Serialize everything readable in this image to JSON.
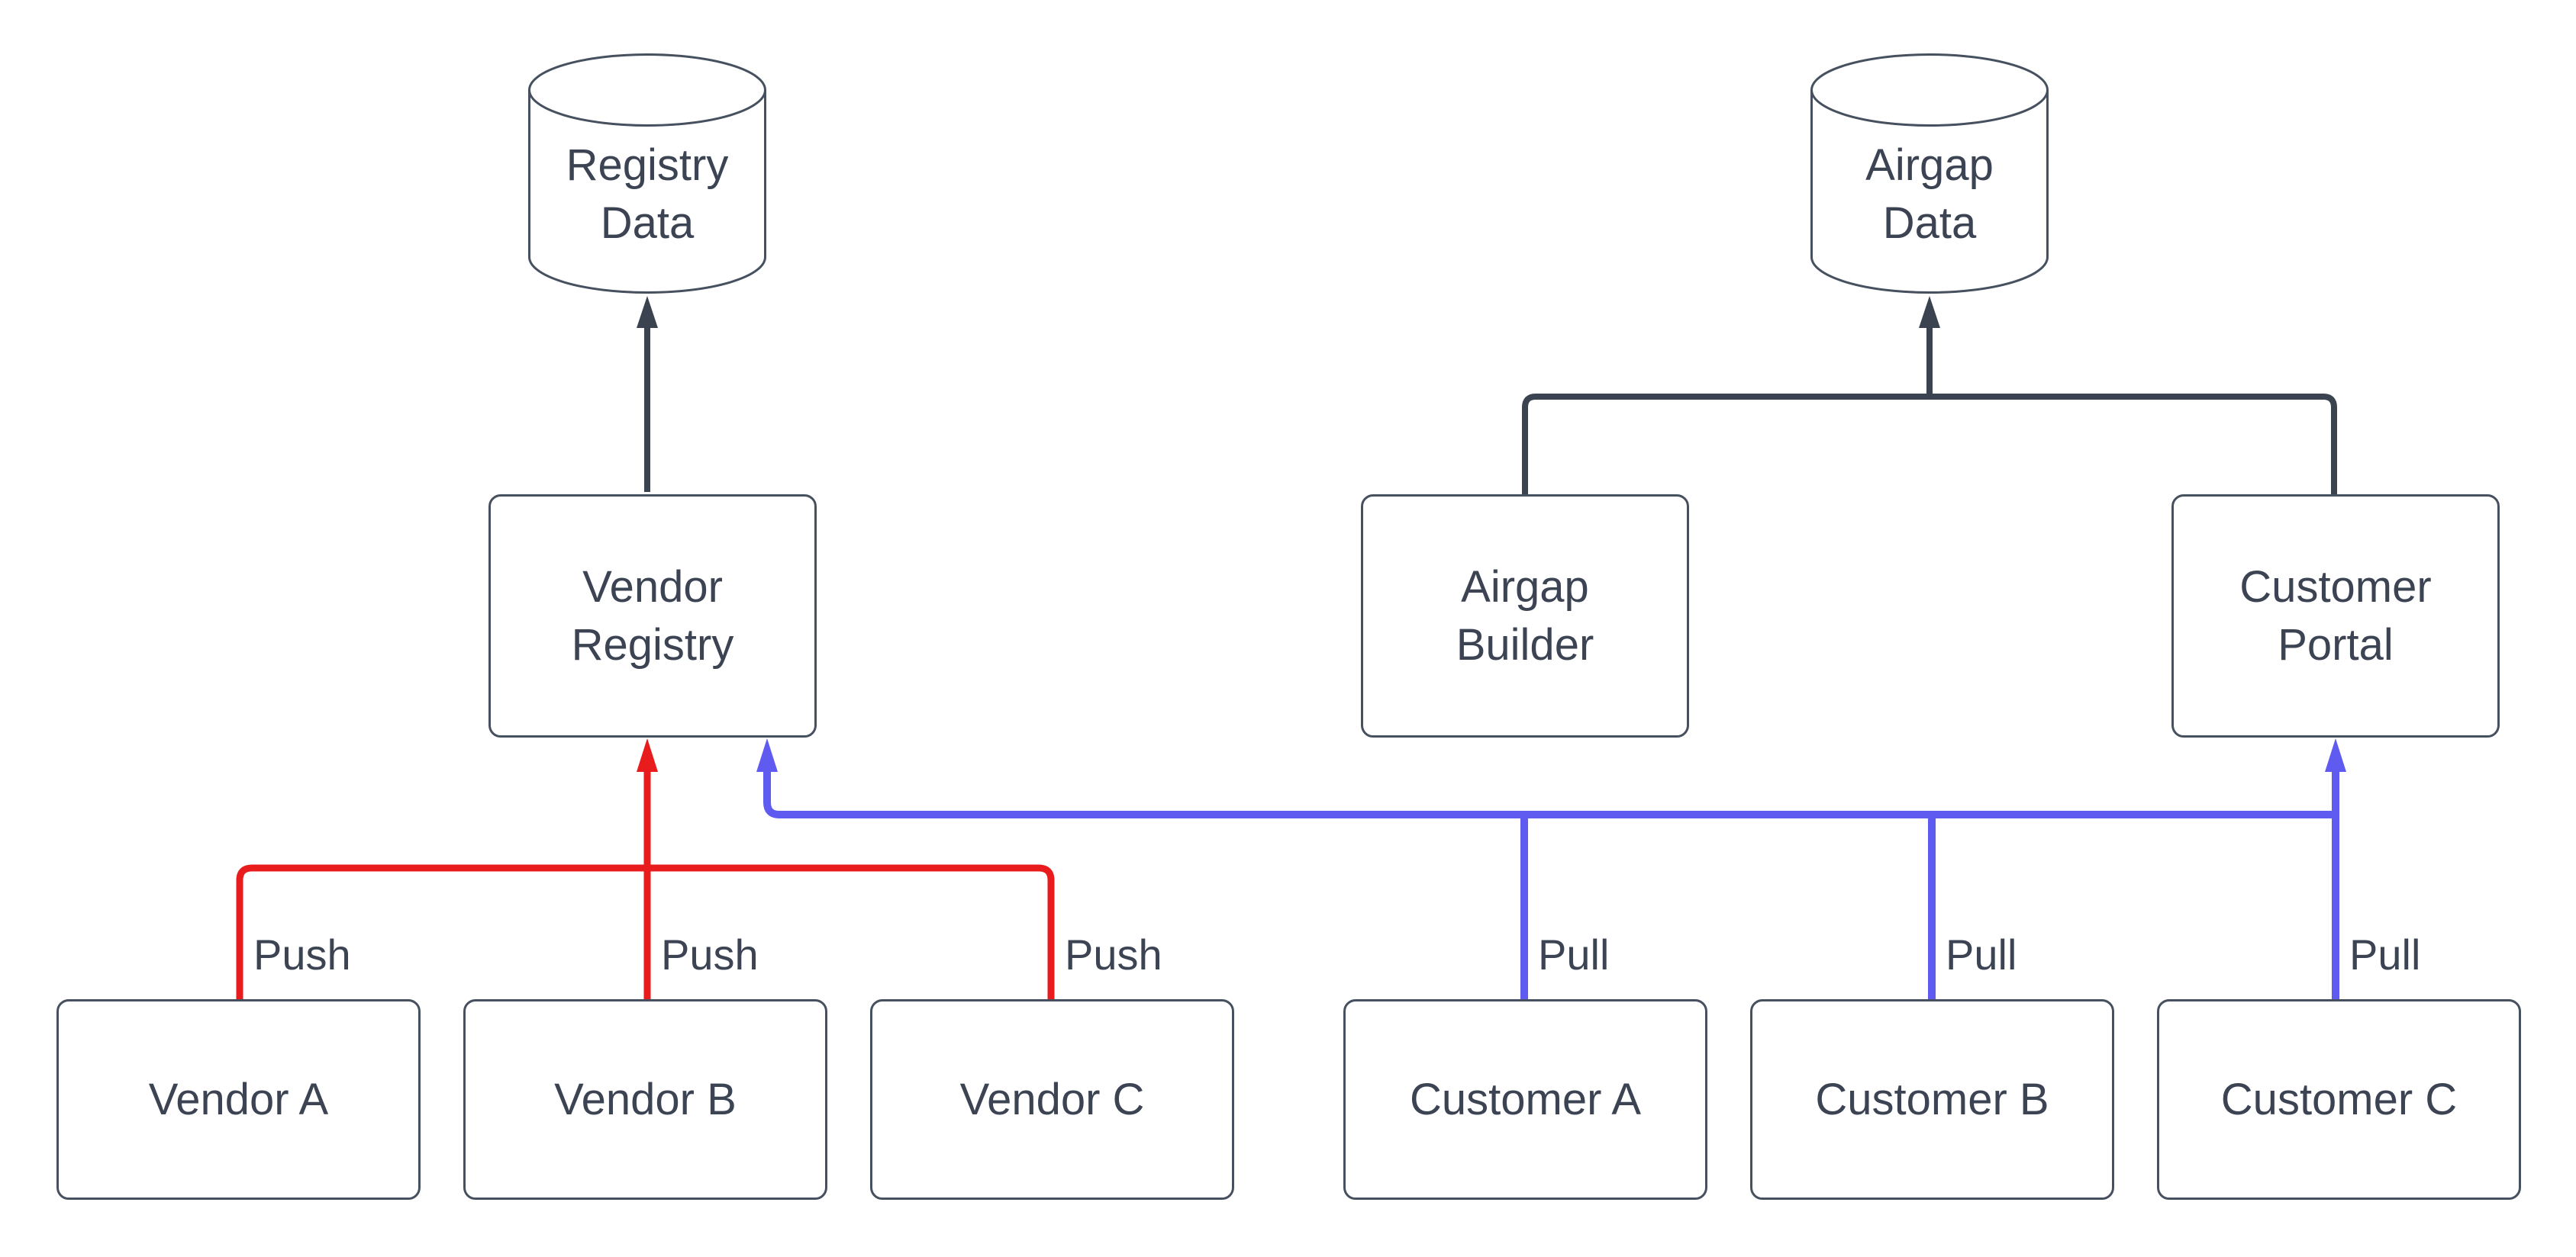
{
  "nodes": {
    "registry_data": {
      "label": "Registry\nData",
      "shape": "cylinder"
    },
    "airgap_data": {
      "label": "Airgap\nData",
      "shape": "cylinder"
    },
    "vendor_registry": {
      "label": "Vendor\nRegistry",
      "shape": "rounded-box"
    },
    "airgap_builder": {
      "label": "Airgap\nBuilder",
      "shape": "rounded-box"
    },
    "customer_portal": {
      "label": "Customer\nPortal",
      "shape": "rounded-box"
    },
    "vendor_a": {
      "label": "Vendor A",
      "shape": "rounded-box"
    },
    "vendor_b": {
      "label": "Vendor B",
      "shape": "rounded-box"
    },
    "vendor_c": {
      "label": "Vendor C",
      "shape": "rounded-box"
    },
    "customer_a": {
      "label": "Customer A",
      "shape": "rounded-box"
    },
    "customer_b": {
      "label": "Customer B",
      "shape": "rounded-box"
    },
    "customer_c": {
      "label": "Customer C",
      "shape": "rounded-box"
    }
  },
  "edges": {
    "push_labels": [
      "Push",
      "Push",
      "Push"
    ],
    "pull_labels": [
      "Pull",
      "Pull",
      "Pull"
    ]
  },
  "colors": {
    "push": "#e81c1c",
    "pull": "#5f5bf0",
    "neutral": "#3b4350",
    "node_border": "#46505f",
    "text": "#3c4454",
    "background": "#ffffff"
  }
}
